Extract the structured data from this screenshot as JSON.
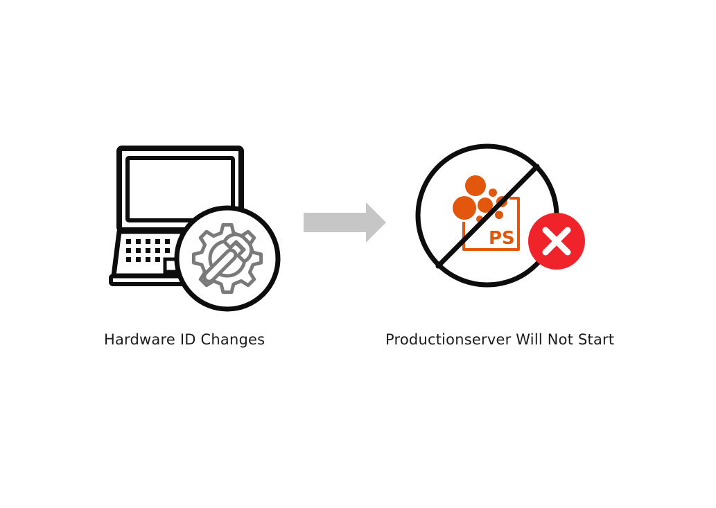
{
  "diagram": {
    "left": {
      "caption": "Hardware ID Changes",
      "icons": [
        "laptop-icon",
        "gear-icon",
        "wrench-icon"
      ]
    },
    "arrow": {
      "icon": "arrow-right-icon",
      "color": "#c6c6c6"
    },
    "right": {
      "caption": "Productionserver Will Not Start",
      "logo_text": "PS",
      "icons": [
        "prohibited-icon",
        "productionserver-logo-icon",
        "error-x-icon"
      ]
    },
    "colors": {
      "outline": "#0d0d0d",
      "gear": "#7a7a7a",
      "brand_orange": "#e2570c",
      "error_red": "#f0232a"
    }
  }
}
